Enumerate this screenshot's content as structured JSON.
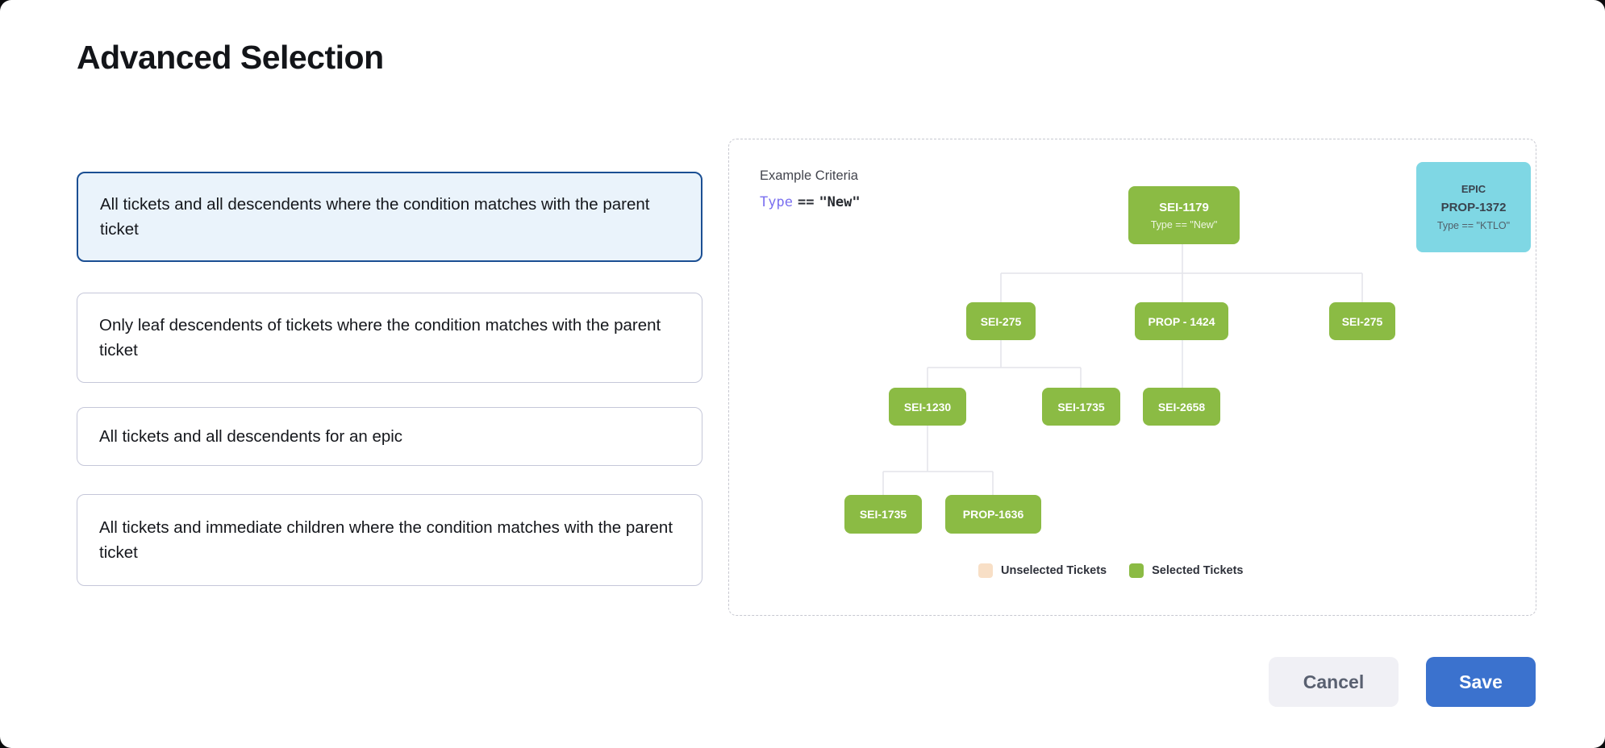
{
  "modal": {
    "title": "Advanced Selection"
  },
  "options": [
    {
      "label": "All tickets and all descendents where the condition matches with the parent ticket",
      "selected": true
    },
    {
      "label": "Only leaf descendents of tickets where the condition matches with the parent ticket",
      "selected": false
    },
    {
      "label": "All tickets and all descendents for an epic",
      "selected": false
    },
    {
      "label": "All tickets and immediate children where the condition matches with the parent ticket",
      "selected": false
    }
  ],
  "example": {
    "heading": "Example Criteria",
    "criteria": {
      "field": "Type",
      "operator": "==",
      "value": "\"New\""
    },
    "epic_card": {
      "type_label": "EPIC",
      "id": "PROP-1372",
      "criteria": "Type == \"KTLO\""
    },
    "tree": {
      "root": {
        "id": "SEI-1179",
        "criteria": "Type == \"New\""
      },
      "tier2": [
        "SEI-275",
        "PROP - 1424",
        "SEI-275"
      ],
      "tier3": [
        "SEI-1230",
        "SEI-1735",
        "SEI-2658"
      ],
      "tier4": [
        "SEI-1735",
        "PROP-1636"
      ]
    },
    "legend": [
      {
        "label": "Unselected Tickets",
        "color": "#F8DFC6"
      },
      {
        "label": "Selected Tickets",
        "color": "#8BBB44"
      }
    ]
  },
  "footer": {
    "cancel_label": "Cancel",
    "save_label": "Save"
  },
  "colors": {
    "selected_card_border": "#1B4F93",
    "selected_card_bg": "#EAF3FB",
    "node_green": "#8BBB44",
    "epic_cyan": "#7FD7E4",
    "unselected_peach": "#F8DFC6",
    "save_blue": "#3B72CE",
    "keyword_purple": "#7A6FF0",
    "connector_gray": "#E3E4EA"
  }
}
